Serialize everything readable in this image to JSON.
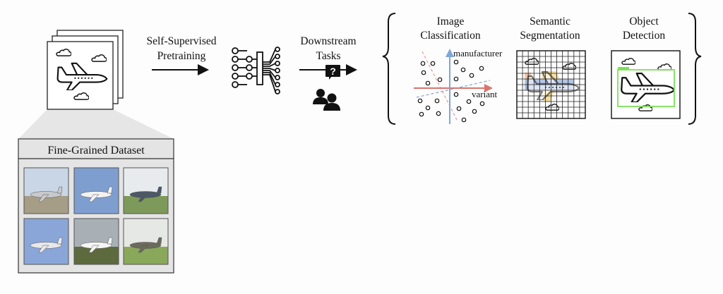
{
  "pretraining": {
    "line1": "Self-Supervised",
    "line2": "Pretraining"
  },
  "downstream": {
    "line1": "Downstream",
    "line2": "Tasks"
  },
  "dataset": {
    "title": "Fine-Grained Dataset",
    "thumbnails": [
      {
        "sky": "#c9d6e6",
        "ground": "#a59d86",
        "plane": "#c7c9cc"
      },
      {
        "sky": "#7f9ed0",
        "ground": "#7f9ed0",
        "plane": "#f2f2f2"
      },
      {
        "sky": "#e8ebee",
        "ground": "#7e9a5a",
        "plane": "#4c5866"
      },
      {
        "sky": "#8aa6d8",
        "ground": "#8aa6d8",
        "plane": "#e8e8e8"
      },
      {
        "sky": "#a8b0b6",
        "ground": "#5d6a3e",
        "plane": "#f4f4f4"
      },
      {
        "sky": "#e6e8e6",
        "ground": "#8aa85a",
        "plane": "#6b6a5c"
      }
    ]
  },
  "tasks": [
    {
      "line1": "Image",
      "line2": "Classification"
    },
    {
      "line1": "Semantic",
      "line2": "Segmentation"
    },
    {
      "line1": "Object",
      "line2": "Detection"
    }
  ],
  "classification": {
    "y_axis_label": "manufacturer",
    "x_axis_label": "variant",
    "colors": {
      "y_axis": "#7fa6d6",
      "x_axis": "#d9756e",
      "dashed_red": "#e6a3a0",
      "dashed_blue": "#8aa9d9"
    }
  },
  "segmentation": {
    "colors": {
      "body": "#9fb6df",
      "wing": "#f0d38a",
      "tail": "#f0b993"
    }
  },
  "detection": {
    "colors": {
      "box": "#7ee05a"
    }
  },
  "icons": [
    "image-stack-icon",
    "airplane-icon",
    "cloud-icon",
    "neural-network-icon",
    "users-question-icon",
    "arrow-right-icon",
    "curly-brace-icon"
  ]
}
